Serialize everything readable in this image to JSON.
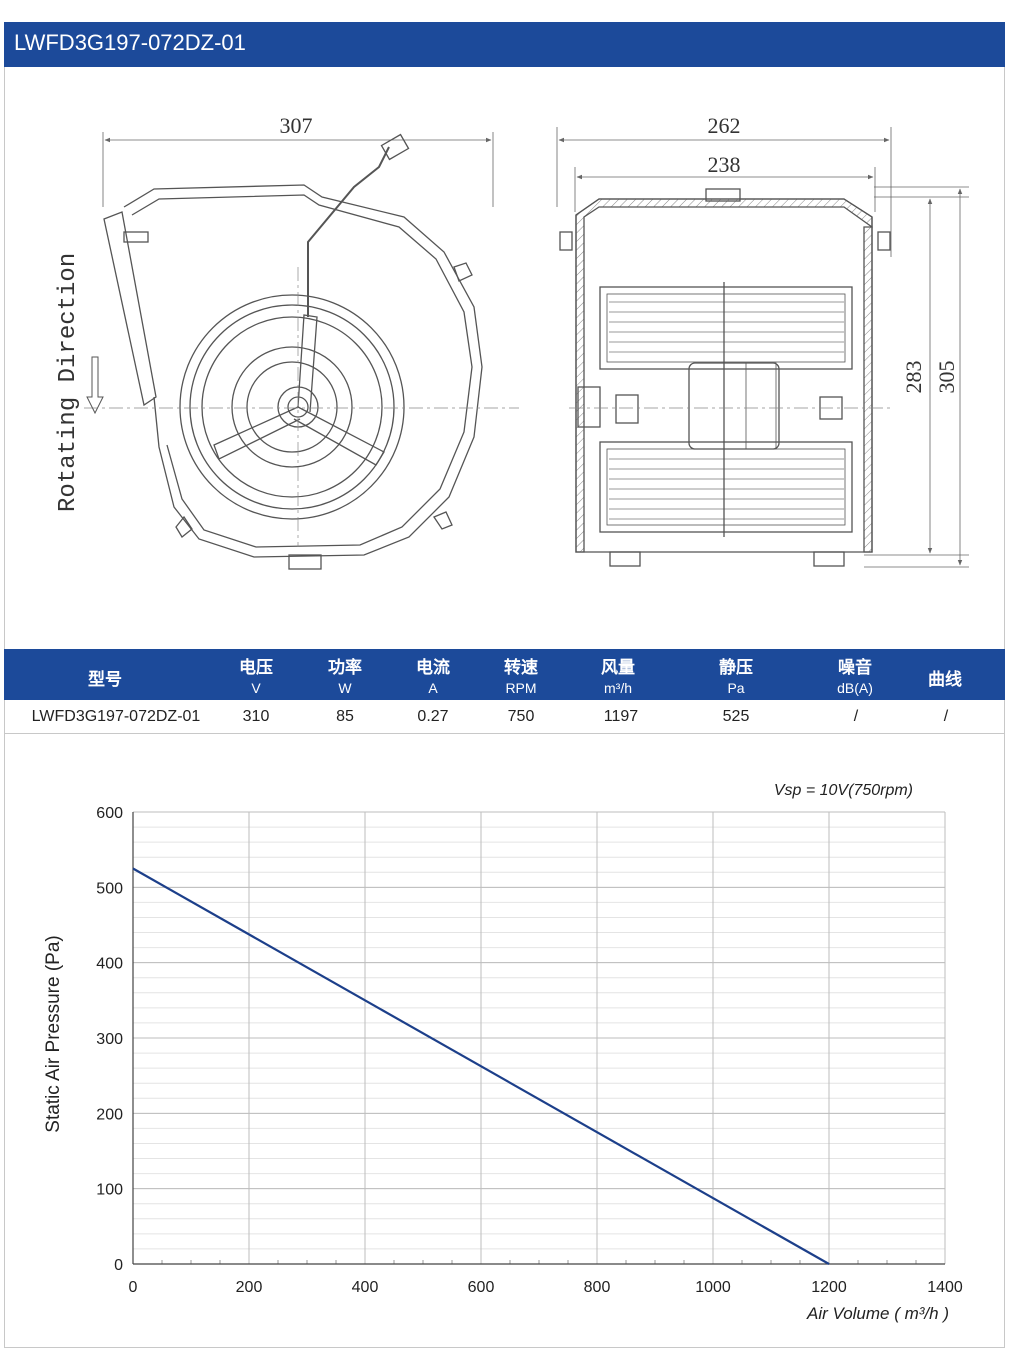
{
  "header": {
    "title": "LWFD3G197-072DZ-01"
  },
  "drawing": {
    "rotating_label": "Rotating Direction",
    "dims": {
      "left_width": "307",
      "right_outer": "262",
      "right_inner": "238",
      "height_inner": "283",
      "height_outer": "305"
    },
    "colors": {
      "line": "#555555",
      "dim": "#666666"
    }
  },
  "specs": {
    "columns": [
      {
        "zh": "型号",
        "unit": ""
      },
      {
        "zh": "电压",
        "unit": "V"
      },
      {
        "zh": "功率",
        "unit": "W"
      },
      {
        "zh": "电流",
        "unit": "A"
      },
      {
        "zh": "转速",
        "unit": "RPM"
      },
      {
        "zh": "风量",
        "unit": "m³/h"
      },
      {
        "zh": "静压",
        "unit": "Pa"
      },
      {
        "zh": "噪音",
        "unit": "dB(A)"
      },
      {
        "zh": "曲线",
        "unit": ""
      }
    ],
    "row": [
      "LWFD3G197-072DZ-01",
      "310",
      "85",
      "0.27",
      "750",
      "1197",
      "525",
      "/",
      "/"
    ],
    "header_bg": "#1c4a9a"
  },
  "chart_data": {
    "type": "line",
    "title": "",
    "annotation": "Vsp = 10V(750rpm)",
    "xlabel": "Air Volume ( m³/h )",
    "ylabel": "Static Air Pressure  (Pa)",
    "xlim": [
      0,
      1400
    ],
    "ylim": [
      0,
      600
    ],
    "xticks": [
      0,
      200,
      400,
      600,
      800,
      1000,
      1200,
      1400
    ],
    "yticks": [
      0,
      100,
      200,
      300,
      400,
      500,
      600
    ],
    "grid": true,
    "series": [
      {
        "color": "#1c3f8a",
        "x": [
          0,
          1200
        ],
        "y": [
          525,
          0
        ]
      }
    ]
  }
}
